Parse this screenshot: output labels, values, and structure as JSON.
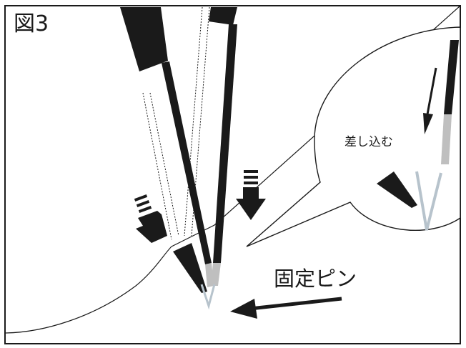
{
  "figure": {
    "label": "図3",
    "insert_label": "差し込む",
    "pin_label": "固定ピン"
  },
  "colors": {
    "line": "#1a1a1a",
    "pin": "#b7c3cc",
    "grey_segment": "#bfbfbf",
    "background": "#ffffff"
  }
}
